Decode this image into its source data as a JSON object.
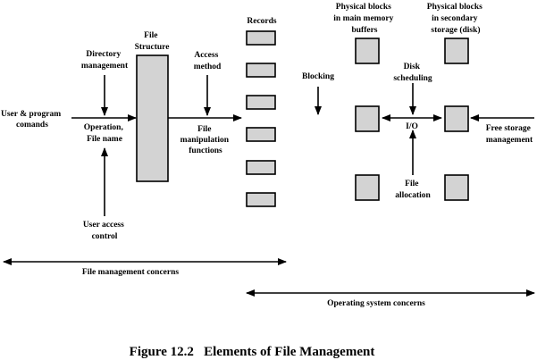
{
  "colors": {
    "block_fill": "#d3d3d3",
    "line": "#000000",
    "background": "#ffffff"
  },
  "labels": {
    "user_program_commands": [
      "User & program",
      "comands"
    ],
    "directory_management": [
      "Directory",
      "management"
    ],
    "operation_file_name": [
      "Operation,",
      "File name"
    ],
    "user_access_control": [
      "User access",
      "control"
    ],
    "file_structure": [
      "File",
      "Structure"
    ],
    "access_method": [
      "Access",
      "method"
    ],
    "file_manipulation_functions": [
      "File",
      "manipulation",
      "functions"
    ],
    "records": "Records",
    "blocking": "Blocking",
    "physical_blocks_memory": [
      "Physical blocks",
      "in main memory",
      "buffers"
    ],
    "physical_blocks_secondary": [
      "Physical blocks",
      "in secondary",
      "storage (disk)"
    ],
    "disk_scheduling": [
      "Disk",
      "scheduling"
    ],
    "io": "I/O",
    "file_allocation": [
      "File",
      "allocation"
    ],
    "free_storage_management": [
      "Free storage",
      "management"
    ],
    "file_management_concerns": "File management concerns",
    "operating_system_concerns": "Operating system concerns"
  },
  "caption": "Figure 12.2   Elements of File Management"
}
